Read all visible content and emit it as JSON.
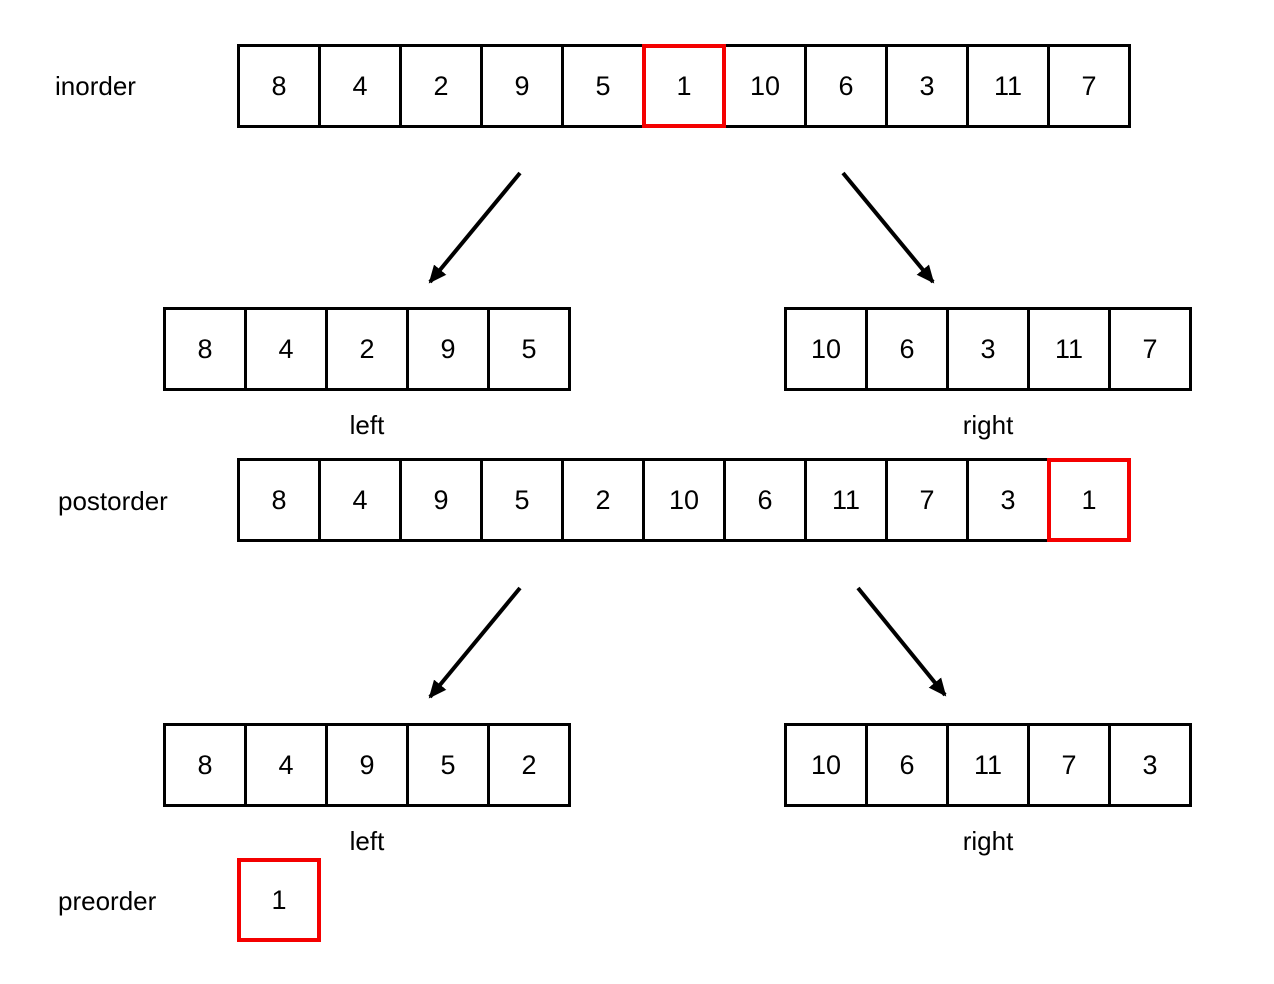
{
  "colors": {
    "highlight_red": "#f40000",
    "stroke_black": "#000000",
    "background": "#ffffff"
  },
  "inorder": {
    "label": "inorder",
    "cells": [
      {
        "v": "8"
      },
      {
        "v": "4"
      },
      {
        "v": "2"
      },
      {
        "v": "9"
      },
      {
        "v": "5"
      },
      {
        "v": "1",
        "highlight": true
      },
      {
        "v": "10"
      },
      {
        "v": "6"
      },
      {
        "v": "3"
      },
      {
        "v": "11"
      },
      {
        "v": "7"
      }
    ]
  },
  "inorder_split": {
    "left": {
      "label": "left",
      "cells": [
        {
          "v": "8"
        },
        {
          "v": "4"
        },
        {
          "v": "2"
        },
        {
          "v": "9"
        },
        {
          "v": "5"
        }
      ]
    },
    "right": {
      "label": "right",
      "cells": [
        {
          "v": "10"
        },
        {
          "v": "6"
        },
        {
          "v": "3"
        },
        {
          "v": "11"
        },
        {
          "v": "7"
        }
      ]
    }
  },
  "postorder": {
    "label": "postorder",
    "cells": [
      {
        "v": "8"
      },
      {
        "v": "4"
      },
      {
        "v": "9"
      },
      {
        "v": "5"
      },
      {
        "v": "2"
      },
      {
        "v": "10"
      },
      {
        "v": "6"
      },
      {
        "v": "11"
      },
      {
        "v": "7"
      },
      {
        "v": "3"
      },
      {
        "v": "1",
        "highlight": true
      }
    ]
  },
  "postorder_split": {
    "left": {
      "label": "left",
      "cells": [
        {
          "v": "8"
        },
        {
          "v": "4"
        },
        {
          "v": "9"
        },
        {
          "v": "5"
        },
        {
          "v": "2"
        }
      ]
    },
    "right": {
      "label": "right",
      "cells": [
        {
          "v": "10"
        },
        {
          "v": "6"
        },
        {
          "v": "11"
        },
        {
          "v": "7"
        },
        {
          "v": "3"
        }
      ]
    }
  },
  "preorder": {
    "label": "preorder",
    "cells": [
      {
        "v": "1",
        "highlight": true
      }
    ]
  }
}
